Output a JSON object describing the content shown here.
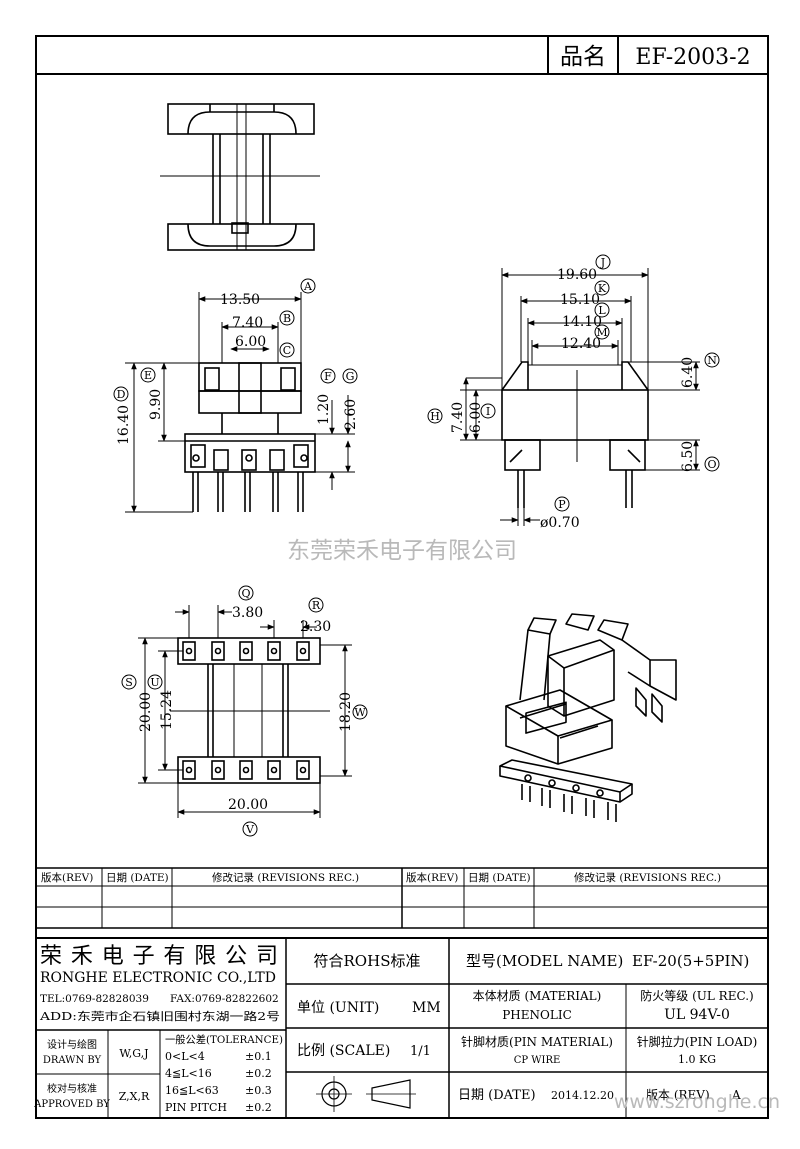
{
  "header": {
    "part_label": "品名",
    "part_number": "EF-2003-2"
  },
  "dimensions": {
    "d_1350": "13.50",
    "d_740": "7.40",
    "d_600": "6.00",
    "d_990": "9.90",
    "d_1640": "16.40",
    "d_120": "1.20",
    "d_260": "2.60",
    "d_1960": "19.60",
    "d_1510": "15.10",
    "d_1410": "14.10",
    "d_1240": "12.40",
    "d_640": "6.40",
    "d_740b": "7.40",
    "d_600b": "6.00",
    "d_650": "6.50",
    "d_070": "ø0.70",
    "d_380": "3.80",
    "d_230": "2.30",
    "d_2000": "20.00",
    "d_1524": "15.24",
    "d_1820": "18.20",
    "d_2000b": "20.00"
  },
  "callouts": {
    "A": "A",
    "B": "B",
    "C": "C",
    "D": "D",
    "E": "E",
    "F": "F",
    "G": "G",
    "H": "H",
    "I": "I",
    "J": "J",
    "K": "K",
    "L": "L",
    "M": "M",
    "N": "N",
    "O": "O",
    "P": "P",
    "Q": "Q",
    "R": "R",
    "S": "S",
    "U": "U",
    "V": "V",
    "W": "W"
  },
  "watermarks": {
    "center": "东莞荣禾电子有限公司",
    "corner": "www.szronghe.cn"
  },
  "revisions": {
    "rev": "版本(REV)",
    "date": "日期 (DATE)",
    "record": "修改记录 (REVISIONS REC.)"
  },
  "company": {
    "name_cn": "荣禾电子有限公司",
    "name_en": "RONGHE ELECTRONIC CO.,LTD",
    "tel": "TEL:0769-82828039",
    "fax": "FAX:0769-82822602",
    "addr": "ADD:东莞市企石镇旧围村东湖一路2号"
  },
  "drawn": {
    "label_cn": "设计与绘图",
    "label_en": "DRAWN BY",
    "value": "W,G,J"
  },
  "approved": {
    "label_cn": "校对与核准",
    "label_en": "APPROVED BY",
    "value": "Z,X,R"
  },
  "tolerance": {
    "title": "一般公差(TOLERANCE)",
    "rows": [
      {
        "range": "0<L<4",
        "value": "±0.1"
      },
      {
        "range": "4≦L<16",
        "value": "±0.2"
      },
      {
        "range": "16≦L<63",
        "value": "±0.3"
      },
      {
        "range": "PIN PITCH",
        "value": "±0.2"
      }
    ]
  },
  "info": {
    "rohs": "符合ROHS标准",
    "unit_label": "单位 (UNIT)",
    "unit_value": "MM",
    "scale_label": "比例 (SCALE)",
    "scale_value": "1/1",
    "model_label": "型号(MODEL NAME)",
    "model_value": "EF-20(5+5PIN)",
    "material_label": "本体材质 (MATERIAL)",
    "material_value": "PHENOLIC",
    "fire_label": "防火等级 (UL REC.)",
    "fire_value": "UL 94V-0",
    "pin_material_label": "针脚材质(PIN MATERIAL)",
    "pin_material_value": "CP WIRE",
    "pin_load_label": "针脚拉力(PIN LOAD)",
    "pin_load_value": "1.0 KG",
    "date_label": "日期 (DATE)",
    "date_value": "2014.12.20",
    "version_label": "版本 (REV)",
    "version_value": "A"
  }
}
